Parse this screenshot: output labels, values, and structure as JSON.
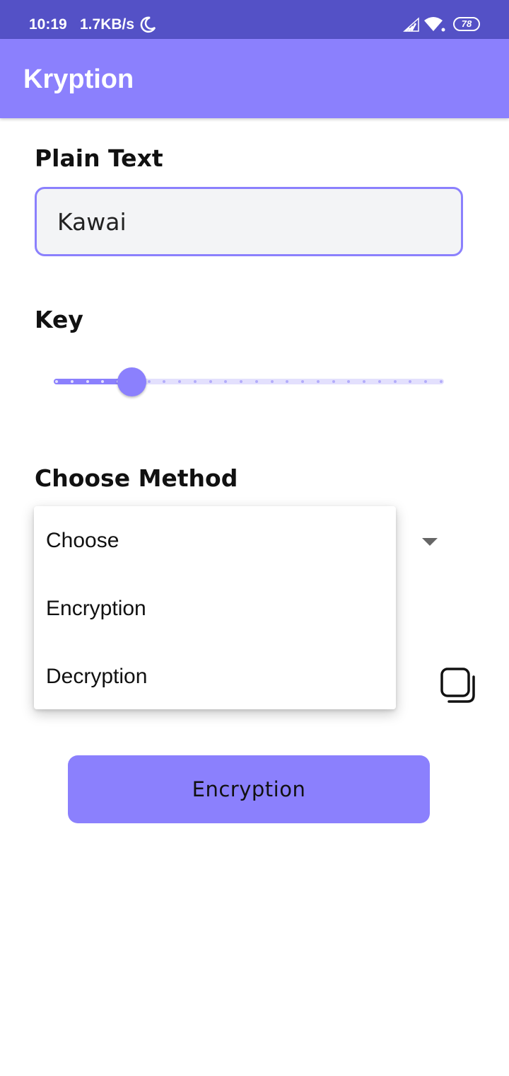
{
  "status_bar": {
    "time": "10:19",
    "network_speed": "1.7KB/s",
    "battery": "78",
    "icons": [
      "moon-icon",
      "signal-icon",
      "wifi-icon",
      "battery-icon"
    ]
  },
  "app_bar": {
    "title": "Kryption"
  },
  "plain_text": {
    "label": "Plain Text",
    "value": "Kawai"
  },
  "key": {
    "label": "Key",
    "slider": {
      "value_fraction": 0.2,
      "step_count": 26
    }
  },
  "method": {
    "label": "Choose Method",
    "options": [
      "Choose",
      "Encryption",
      "Decryption"
    ]
  },
  "action_button": {
    "label": "Encryption"
  },
  "colors": {
    "status_bar": "#5451c6",
    "accent": "#8b80fd",
    "accent_light": "#e3e0fd",
    "field_background": "#f3f4f6"
  }
}
